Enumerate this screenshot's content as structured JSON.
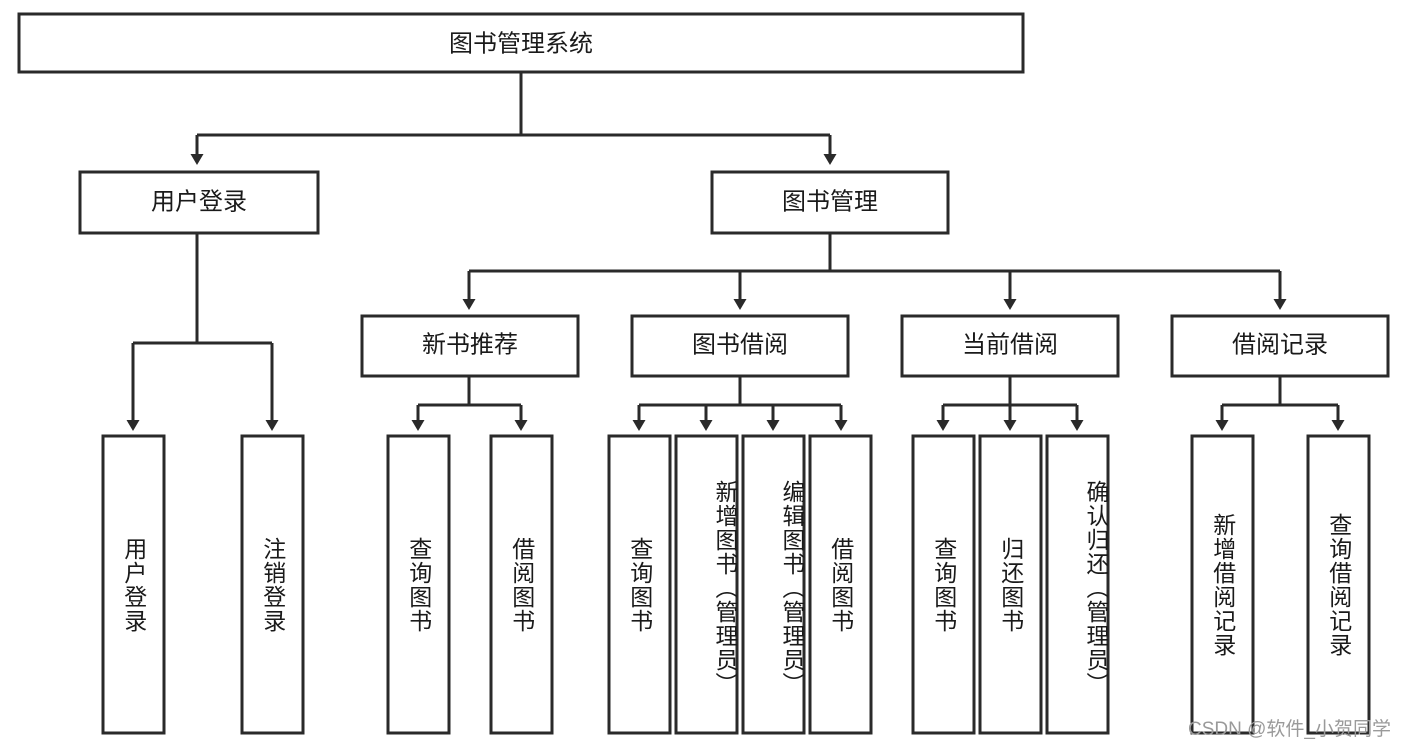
{
  "diagram": {
    "type": "tree-hierarchy",
    "title": "图书管理系统",
    "root": {
      "label": "图书管理系统"
    },
    "level1": [
      {
        "label": "用户登录"
      },
      {
        "label": "图书管理"
      }
    ],
    "level2": [
      {
        "label": "新书推荐",
        "parent": "图书管理"
      },
      {
        "label": "图书借阅",
        "parent": "图书管理"
      },
      {
        "label": "当前借阅",
        "parent": "图书管理"
      },
      {
        "label": "借阅记录",
        "parent": "图书管理"
      }
    ],
    "leaves": {
      "user_login": [
        {
          "label": "用户登录"
        },
        {
          "label": "注销登录"
        }
      ],
      "new_book_recommend": [
        {
          "label": "查询图书"
        },
        {
          "label": "借阅图书"
        }
      ],
      "book_borrow": [
        {
          "label": "查询图书"
        },
        {
          "label": "新增图书（管理员）"
        },
        {
          "label": "编辑图书（管理员）"
        },
        {
          "label": "借阅图书"
        }
      ],
      "current_borrow": [
        {
          "label": "查询图书"
        },
        {
          "label": "归还图书"
        },
        {
          "label": "确认归还（管理员）"
        }
      ],
      "borrow_record": [
        {
          "label": "新增借阅记录"
        },
        {
          "label": "查询借阅记录"
        }
      ]
    }
  },
  "watermark": {
    "text": "CSDN @软件_小贺同学"
  },
  "colors": {
    "box_stroke": "#2a2a2a",
    "box_fill": "#ffffff",
    "text": "#1a1a1a",
    "background": "#ffffff",
    "watermark": "#9a9a9a"
  }
}
